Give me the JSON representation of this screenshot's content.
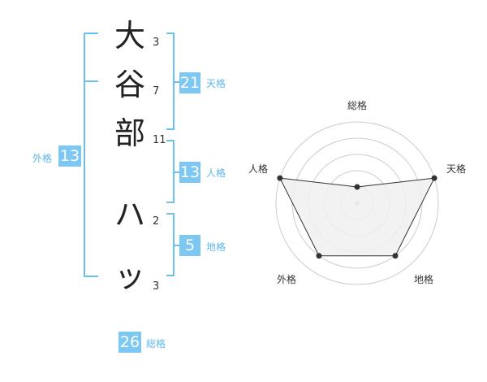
{
  "name": {
    "characters": [
      {
        "char": "大",
        "strokes": "3"
      },
      {
        "char": "谷",
        "strokes": "7"
      },
      {
        "char": "部",
        "strokes": "11"
      },
      {
        "char": "ハ",
        "strokes": "2"
      },
      {
        "char": "ッ",
        "strokes": "3"
      }
    ]
  },
  "kakusu": {
    "tenkaku": {
      "value": "21",
      "label": "天格"
    },
    "jinkaku": {
      "value": "13",
      "label": "人格"
    },
    "chikaku": {
      "value": "5",
      "label": "地格"
    },
    "gaikaku": {
      "value": "13",
      "label": "外格"
    },
    "soukaku": {
      "value": "26",
      "label": "総格"
    }
  },
  "colors": {
    "accent": "#7cc8f3",
    "bracket": "#6bbff0",
    "radar_fill": "#f0f0f0",
    "radar_grid": "#cccccc"
  },
  "chart_data": {
    "type": "radar",
    "axes": [
      "総格",
      "天格",
      "地格",
      "外格",
      "人格"
    ],
    "levels": 5,
    "values": [
      1,
      5,
      4,
      4,
      5
    ],
    "max": 5
  }
}
